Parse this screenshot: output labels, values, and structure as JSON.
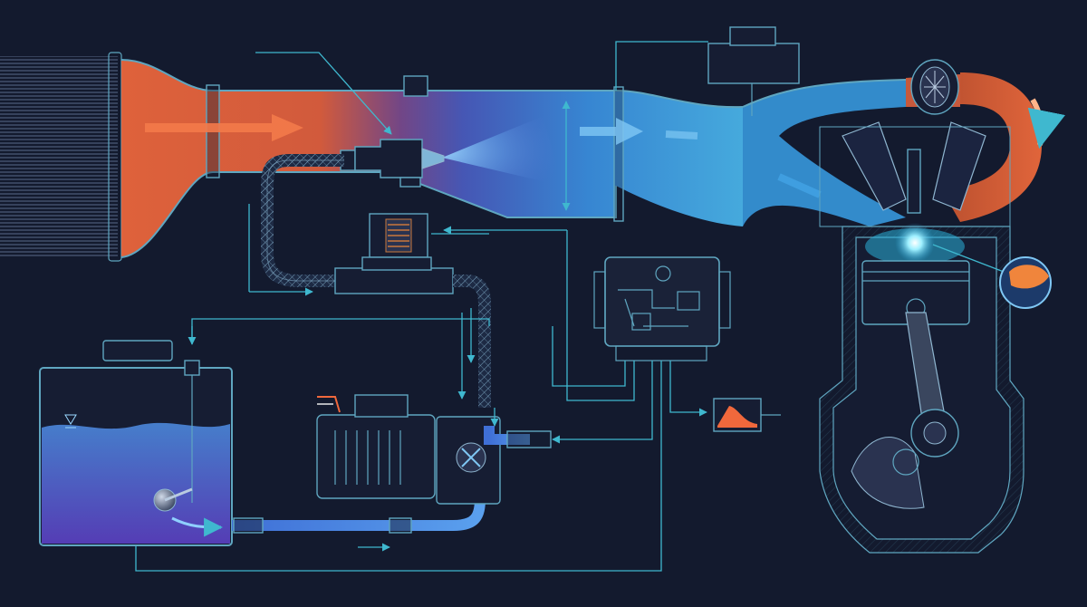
{
  "diagram": {
    "components": [
      {
        "id": "air-filter",
        "name": "air-intake-filter"
      },
      {
        "id": "intake-duct",
        "name": "intake-duct"
      },
      {
        "id": "injector",
        "name": "injector-nozzle"
      },
      {
        "id": "solenoid-valve",
        "name": "solenoid-valve"
      },
      {
        "id": "ecu",
        "name": "control-unit"
      },
      {
        "id": "pump",
        "name": "electric-pump"
      },
      {
        "id": "tank",
        "name": "fluid-tank"
      },
      {
        "id": "float-sensor",
        "name": "float-level-sensor"
      },
      {
        "id": "turbo",
        "name": "turbocharger"
      },
      {
        "id": "engine",
        "name": "engine-cylinder"
      },
      {
        "id": "knock-indicator",
        "name": "output-indicator"
      }
    ],
    "colors": {
      "background": "#131a2e",
      "hot_air": "#f0683c",
      "cool_air": "#3aa6e6",
      "fluid": "#4a7fd6",
      "line": "#5fa6c0",
      "signal": "#3fb8cf",
      "ecu_panel": "#1a2238"
    }
  }
}
